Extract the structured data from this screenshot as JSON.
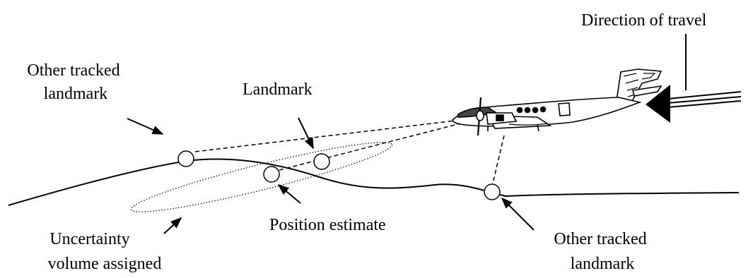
{
  "labels": {
    "direction_of_travel": "Direction of travel",
    "other_tracked_landmark_left": [
      "Other tracked",
      "landmark"
    ],
    "landmark": "Landmark",
    "position_estimate": "Position estimate",
    "uncertainty_volume": [
      "Uncertainty",
      "volume assigned"
    ],
    "other_tracked_landmark_right": [
      "Other tracked",
      "landmark"
    ]
  },
  "colors": {
    "ink": "#000000",
    "background": "#ffffff"
  }
}
